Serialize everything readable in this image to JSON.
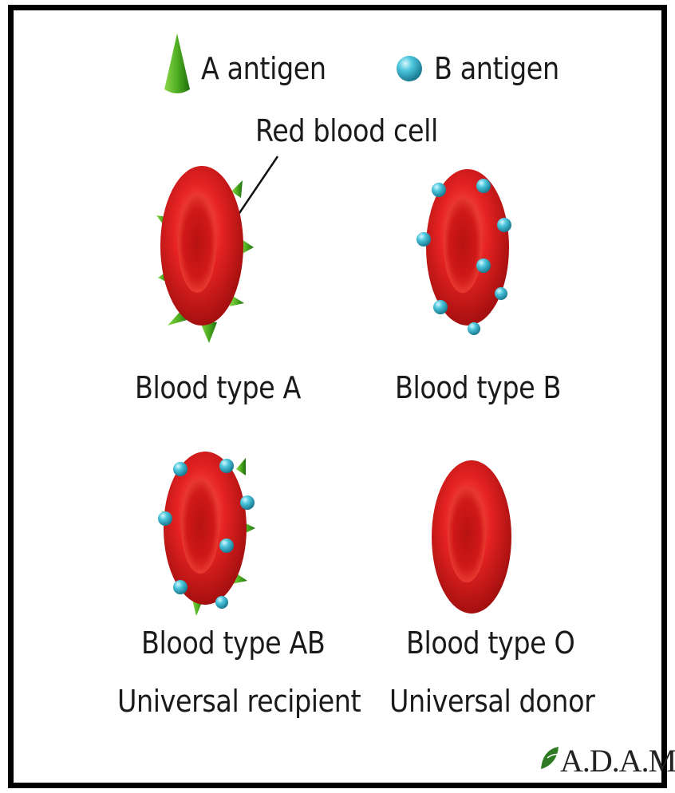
{
  "legend": {
    "a_antigen_label": "A antigen",
    "b_antigen_label": "B antigen"
  },
  "callout": {
    "red_blood_cell_label": "Red blood cell"
  },
  "cells": [
    {
      "type_label": "Blood type A",
      "antigens": "A",
      "note": ""
    },
    {
      "type_label": "Blood type B",
      "antigens": "B",
      "note": ""
    },
    {
      "type_label": "Blood type AB",
      "antigens": "A+B",
      "note": "Universal recipient"
    },
    {
      "type_label": "Blood type O",
      "antigens": "none",
      "note": "Universal donor"
    }
  ],
  "brand": {
    "logo_text": "A.D.A.M."
  },
  "colors": {
    "cell_red": "#d41a1a",
    "a_antigen_green": "#3f9a1c",
    "b_antigen_cyan": "#38b8d0"
  }
}
